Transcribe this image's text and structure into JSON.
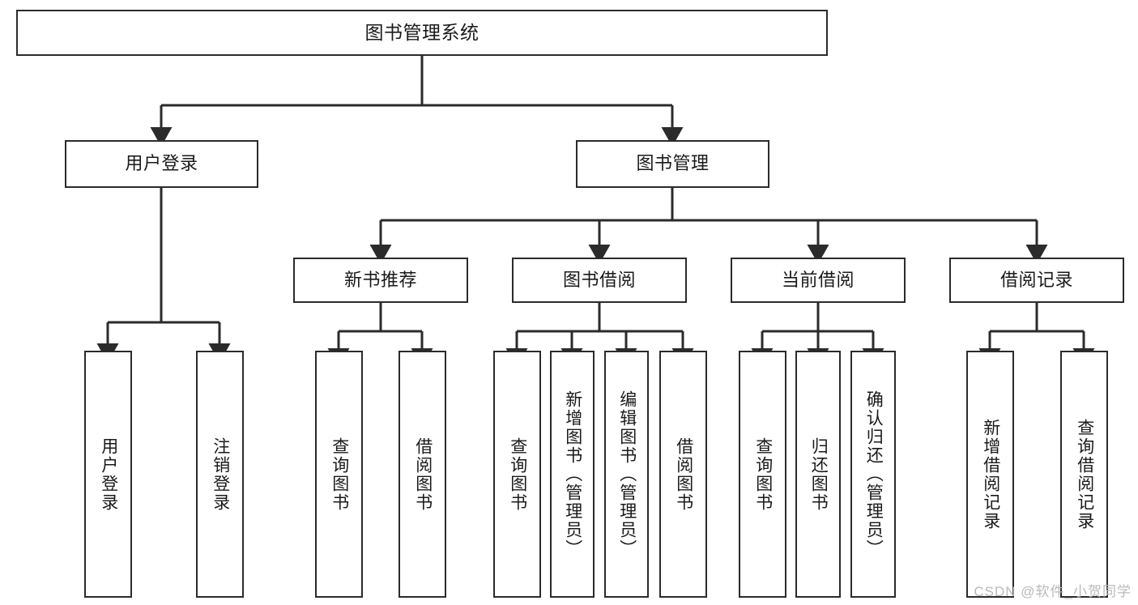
{
  "diagram": {
    "title": "图书管理系统",
    "type": "tree-hierarchy-chart",
    "watermark": "CSDN @软件_小贺同学",
    "colors": {
      "border": "#2b2b2b",
      "background": "#ffffff",
      "text": "#1a1a1a",
      "watermark": "#b9b9b9"
    }
  },
  "nodes": {
    "root": {
      "label": "图书管理系统"
    },
    "level2": [
      {
        "id": "user-login",
        "label": "用户登录"
      },
      {
        "id": "book-manage",
        "label": "图书管理"
      }
    ],
    "level3": [
      {
        "id": "new-book-recommend",
        "label": "新书推荐"
      },
      {
        "id": "book-borrow",
        "label": "图书借阅"
      },
      {
        "id": "current-borrow",
        "label": "当前借阅"
      },
      {
        "id": "borrow-record",
        "label": "借阅记录"
      }
    ],
    "leaves": {
      "user-login": [
        {
          "id": "leaf-user-login",
          "label": "用户登录"
        },
        {
          "id": "leaf-logout",
          "label": "注销登录"
        }
      ],
      "new-book-recommend": [
        {
          "id": "leaf-query-book-1",
          "label": "查询图书"
        },
        {
          "id": "leaf-borrow-book-1",
          "label": "借阅图书"
        }
      ],
      "book-borrow": [
        {
          "id": "leaf-query-book-2",
          "label": "查询图书"
        },
        {
          "id": "leaf-add-book",
          "label": "新增图书（管理员）"
        },
        {
          "id": "leaf-edit-book",
          "label": "编辑图书（管理员）"
        },
        {
          "id": "leaf-borrow-book-2",
          "label": "借阅图书"
        }
      ],
      "current-borrow": [
        {
          "id": "leaf-query-book-3",
          "label": "查询图书"
        },
        {
          "id": "leaf-return-book",
          "label": "归还图书"
        },
        {
          "id": "leaf-confirm-return",
          "label": "确认归还（管理员）"
        }
      ],
      "borrow-record": [
        {
          "id": "leaf-add-record",
          "label": "新增借阅记录"
        },
        {
          "id": "leaf-query-record",
          "label": "查询借阅记录"
        }
      ]
    }
  }
}
